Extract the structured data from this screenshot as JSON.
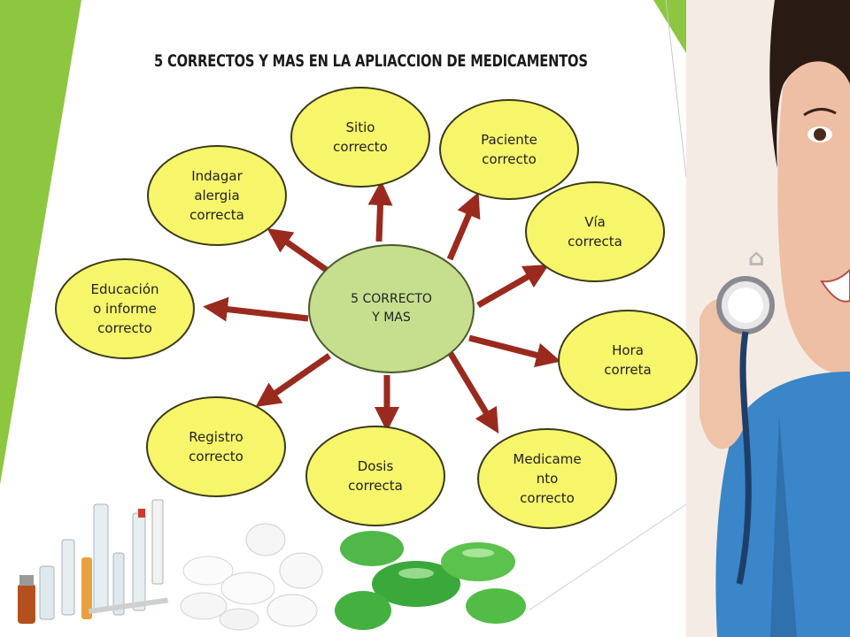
{
  "diagram": {
    "title": "5  CORRECTOS Y MAS EN LA APLIACCION DE MEDICAMENTOS",
    "center": "5 CORRECTO\nY MAS",
    "nodes": [
      {
        "id": "sitio",
        "label": "Sitio\ncorrecto"
      },
      {
        "id": "paciente",
        "label": "Paciente\ncorrecto"
      },
      {
        "id": "via",
        "label": "Vía\ncorrecta"
      },
      {
        "id": "hora",
        "label": "Hora\ncorreta"
      },
      {
        "id": "medicamento",
        "label": "Medicame\nnto\ncorrecto"
      },
      {
        "id": "dosis",
        "label": "Dosis\ncorrecta"
      },
      {
        "id": "registro",
        "label": "Registro\ncorrecto"
      },
      {
        "id": "educacion",
        "label": "Educación\no informe\ncorrecto"
      },
      {
        "id": "indagar",
        "label": "Indagar\nalergia\ncorrecta"
      }
    ]
  },
  "colors": {
    "node_fill": "#f7f56a",
    "center_fill": "#c6df8f",
    "arrow": "#9a2a1e",
    "accent_green": "#8dc63f"
  }
}
